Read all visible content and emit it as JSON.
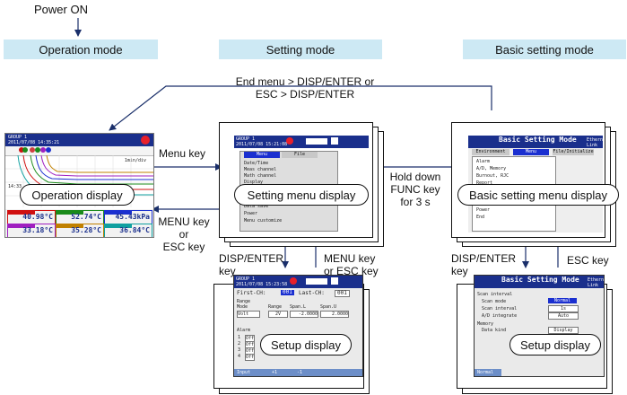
{
  "power_on": "Power ON",
  "modes": {
    "operation": "Operation mode",
    "setting": "Setting mode",
    "basic": "Basic setting mode"
  },
  "transitions": {
    "end_menu_line1": "End menu > DISP/ENTER or",
    "end_menu_line2": "ESC > DISP/ENTER",
    "menu_key": "Menu key",
    "menu_esc_line1": "MENU key",
    "menu_esc_line2": "or",
    "menu_esc_line3": "ESC key",
    "hold_line1": "Hold down",
    "hold_line2": "FUNC key",
    "hold_line3": "for 3 s",
    "disp_enter_line1": "DISP/ENTER",
    "disp_enter_line2": "key",
    "menu_or_esc_line1": "MENU key",
    "menu_or_esc_line2": "or ESC key",
    "disp_enter2_line1": "DISP/ENTER",
    "disp_enter2_line2": "key",
    "esc_key": "ESC key"
  },
  "callouts": {
    "operation_display": "Operation display",
    "setting_menu_display": "Setting menu display",
    "basic_menu_display": "Basic setting menu display",
    "setup_display_1": "Setup display",
    "setup_display_2": "Setup display"
  },
  "operation_screen": {
    "group": "GROUP 1",
    "datetime": "2011/07/08 14:35:21",
    "unit_label": "1min/div",
    "time_label": "14:33",
    "digital_values": [
      "40.98°C",
      "52.74°C",
      "45.43kPa",
      "33.18°C",
      "35.28°C",
      "36.84°C"
    ],
    "trend_colors": [
      "#d01010",
      "#1a8a1a",
      "#1a2fd0",
      "#a020c0",
      "#c08000",
      "#10a0a0"
    ]
  },
  "setting_screen": {
    "group": "GROUP 1",
    "datetime": "2011/07/08 15:21:08",
    "tabs": [
      "Menu",
      "File"
    ],
    "items": [
      "Date/Time",
      "Meas channel",
      "Math channel",
      "Display",
      "Data save",
      "Power",
      "Menu customize"
    ]
  },
  "setup_screen": {
    "group": "GROUP 1",
    "datetime": "2011/07/08 15:23:58",
    "first_ch_label": "First-CH:",
    "first_ch_value": "001",
    "last_ch_label": "Last-CH:",
    "last_ch_value": "001",
    "range_label": "Range",
    "mode_label": "Mode",
    "range_col": "Range",
    "spanl_col": "Span.L",
    "spanu_col": "Span.U",
    "mode_value": "Volt",
    "range_value": "2V",
    "spanl_value": "-2.0000",
    "spanu_value": "2.0000",
    "alarm_label": "Alarm",
    "alarm_rows": [
      "1",
      "2",
      "3",
      "4"
    ],
    "alarm_values": [
      "Off",
      "Off",
      "Off",
      "Off"
    ],
    "footer": [
      "Input",
      "+1",
      "-1"
    ]
  },
  "basic_screen": {
    "title": "Basic Setting Mode",
    "badge": "Ethernet Link",
    "tabs": [
      "Environment",
      "Menu",
      "File/Initialize"
    ],
    "items": [
      "Alarm",
      "A/D, Memory",
      "Burnout, RJC",
      "Report",
      "Power",
      "End"
    ]
  },
  "basic_setup_screen": {
    "title": "Basic Setting Mode",
    "badge": "Ethernet Link",
    "scan_interval": "Scan interval",
    "scan_mode_label": "Scan mode",
    "scan_mode_value": "Normal",
    "scan_int_label": "Scan interval",
    "scan_int_value": "1s",
    "ad_label": "A/D integrate",
    "ad_value": "Auto",
    "memory": "Memory",
    "data_kind_label": "Data kind",
    "data_kind_value": "Display",
    "footer": "Normal"
  }
}
